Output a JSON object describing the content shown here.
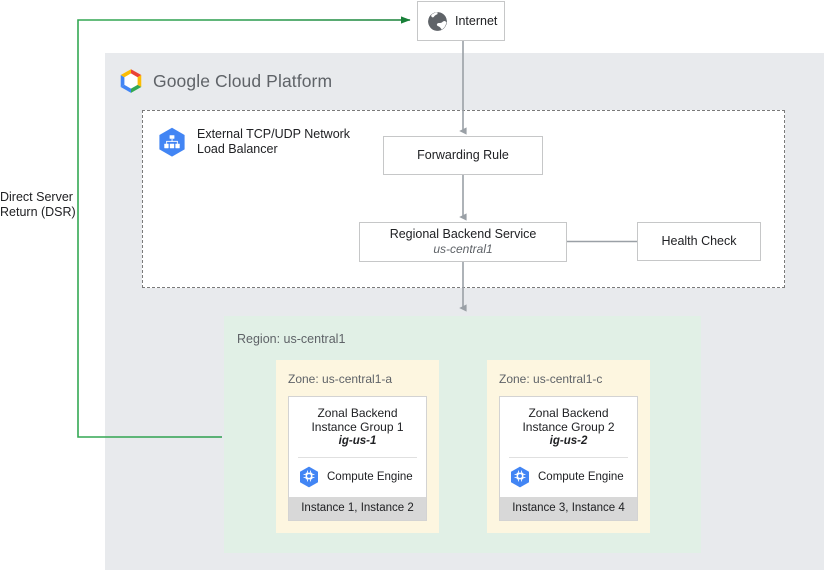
{
  "diagram": {
    "dsr_note": "Direct Server Return (DSR)",
    "dsr_note_line1": "Direct Server",
    "dsr_note_line2": "Return (DSR)",
    "accent_green": "#188038",
    "panel_gray": "#e8eaed",
    "region_green": "#e1f0e6",
    "zone_cream": "#fdf6e0",
    "footer_gray": "#d8d8d8",
    "line_gray": "#9aa0a6"
  },
  "internet": {
    "label": "Internet",
    "icon": "globe-icon"
  },
  "gcp": {
    "title_bold": "Google",
    "title_rest": " Cloud Platform",
    "title": "Google Cloud Platform",
    "logo": "google-cloud-logo"
  },
  "load_balancer": {
    "icon": "network-load-balancer-icon",
    "name_line1": "External TCP/UDP Network",
    "name_line2": "Load Balancer",
    "name": "External TCP/UDP Network Load Balancer"
  },
  "nodes": {
    "forwarding_rule": {
      "title": "Forwarding Rule"
    },
    "backend_service": {
      "title": "Regional Backend Service",
      "subtitle": "us-central1"
    },
    "health_check": {
      "title": "Health Check"
    }
  },
  "region": {
    "label": "Region: us-central1",
    "zones": [
      {
        "label": "Zone: us-central1-a",
        "group": {
          "name_line1": "Zonal Backend",
          "name_line2": "Instance Group 1",
          "id": "ig-us-1",
          "service": "Compute Engine",
          "service_icon": "compute-engine-icon",
          "instances": "Instance 1, Instance 2"
        }
      },
      {
        "label": "Zone: us-central1-c",
        "group": {
          "name_line1": "Zonal Backend",
          "name_line2": "Instance Group 2",
          "id": "ig-us-2",
          "service": "Compute Engine",
          "service_icon": "compute-engine-icon",
          "instances": "Instance 3, Instance 4"
        }
      }
    ]
  }
}
